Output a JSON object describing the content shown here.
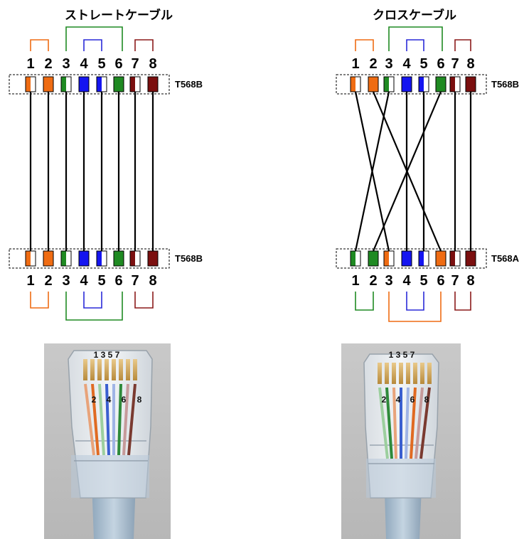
{
  "colors": {
    "orange": "#ef6c13",
    "green": "#1f8a22",
    "blue": "#1515f0",
    "brown": "#7b0f0f",
    "white": "#ffffff",
    "wire": "#000000",
    "bracket_blue": "#2a2ad8",
    "bracket_brown": "#8b1a1a"
  },
  "straight": {
    "title": "ストレートケーブル",
    "top_pins": [
      "1",
      "2",
      "3",
      "4",
      "5",
      "6",
      "7",
      "8"
    ],
    "bottom_pins": [
      "1",
      "2",
      "3",
      "4",
      "5",
      "6",
      "7",
      "8"
    ],
    "top_standard": "T568B",
    "bottom_standard": "T568B",
    "top_conductors": [
      "white-orange",
      "orange",
      "white-green",
      "blue",
      "white-blue",
      "green",
      "white-brown",
      "brown"
    ],
    "bottom_conductors": [
      "white-orange",
      "orange",
      "white-green",
      "blue",
      "white-blue",
      "green",
      "white-brown",
      "brown"
    ],
    "wiring": [
      [
        1,
        1
      ],
      [
        2,
        2
      ],
      [
        3,
        3
      ],
      [
        4,
        4
      ],
      [
        5,
        5
      ],
      [
        6,
        6
      ],
      [
        7,
        7
      ],
      [
        8,
        8
      ]
    ]
  },
  "cross": {
    "title": "クロスケーブル",
    "top_pins": [
      "1",
      "2",
      "3",
      "4",
      "5",
      "6",
      "7",
      "8"
    ],
    "bottom_pins": [
      "1",
      "2",
      "3",
      "4",
      "5",
      "6",
      "7",
      "8"
    ],
    "top_standard": "T568B",
    "bottom_standard": "T568A",
    "top_conductors": [
      "white-orange",
      "orange",
      "white-green",
      "blue",
      "white-blue",
      "green",
      "white-brown",
      "brown"
    ],
    "bottom_conductors": [
      "white-green",
      "green",
      "white-orange",
      "blue",
      "white-blue",
      "orange",
      "white-brown",
      "brown"
    ],
    "wiring": [
      [
        1,
        3
      ],
      [
        2,
        6
      ],
      [
        3,
        1
      ],
      [
        4,
        4
      ],
      [
        5,
        5
      ],
      [
        6,
        2
      ],
      [
        7,
        7
      ],
      [
        8,
        8
      ]
    ]
  },
  "photos": {
    "left": {
      "odd_labels": "1 3 5 7",
      "even_labels": [
        "2",
        "4",
        "6",
        "8"
      ]
    },
    "right": {
      "odd_labels": "1 3 5 7",
      "even_labels": [
        "2",
        "4",
        "6",
        "8"
      ]
    }
  }
}
